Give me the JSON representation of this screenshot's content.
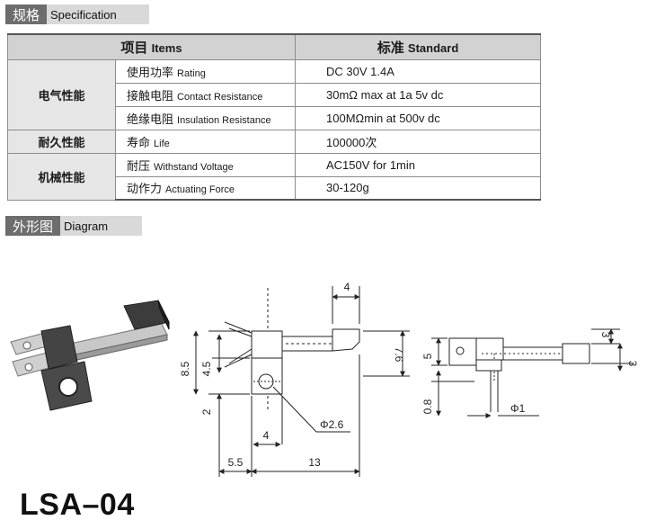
{
  "spec_section": {
    "cn": "规格",
    "en": "Specification"
  },
  "spec_table": {
    "header_items_cn": "项目",
    "header_items_en": "Items",
    "header_standard_cn": "标准",
    "header_standard_en": "Standard",
    "groups": [
      {
        "name": "电气性能",
        "rows": [
          {
            "cn": "使用功率",
            "en": "Rating",
            "value": "DC 30V 1.4A"
          },
          {
            "cn": "接触电阻",
            "en": "Contact Resistance",
            "value": "30mΩ max at 1a 5v dc"
          },
          {
            "cn": "绝缘电阻",
            "en": "Insulation Resistance",
            "value": "100MΩmin at 500v dc"
          }
        ]
      },
      {
        "name": "耐久性能",
        "rows": [
          {
            "cn": "寿命",
            "en": "Life",
            "value": "100000次"
          }
        ]
      },
      {
        "name": "机械性能",
        "rows": [
          {
            "cn": "耐压",
            "en": "Withstand Voltage",
            "value": "AC150V for 1min"
          },
          {
            "cn": "动作力",
            "en": "Actuating Force",
            "value": "30-120g"
          }
        ]
      }
    ]
  },
  "diagram_section": {
    "cn": "外形图",
    "en": "Diagram"
  },
  "dimensions": {
    "top_width": "4",
    "height_total": "8.5",
    "height_inner": "4.5",
    "bottom_offset": "2",
    "tab_width": "4",
    "right_height": "7.6",
    "left_offset": "5.5",
    "length": "13",
    "hole_diameter": "Φ2.6",
    "side_height": "5",
    "side_top": "3",
    "side_right": "3",
    "pin_offset": "0.8",
    "pin_diameter": "Φ1"
  },
  "model_code": "LSA–04",
  "colors": {
    "head_dark": "#6d6d6d",
    "head_light": "#d9d9d9",
    "table_header": "#d2d2d2",
    "group_cell": "#e6e6e6"
  }
}
